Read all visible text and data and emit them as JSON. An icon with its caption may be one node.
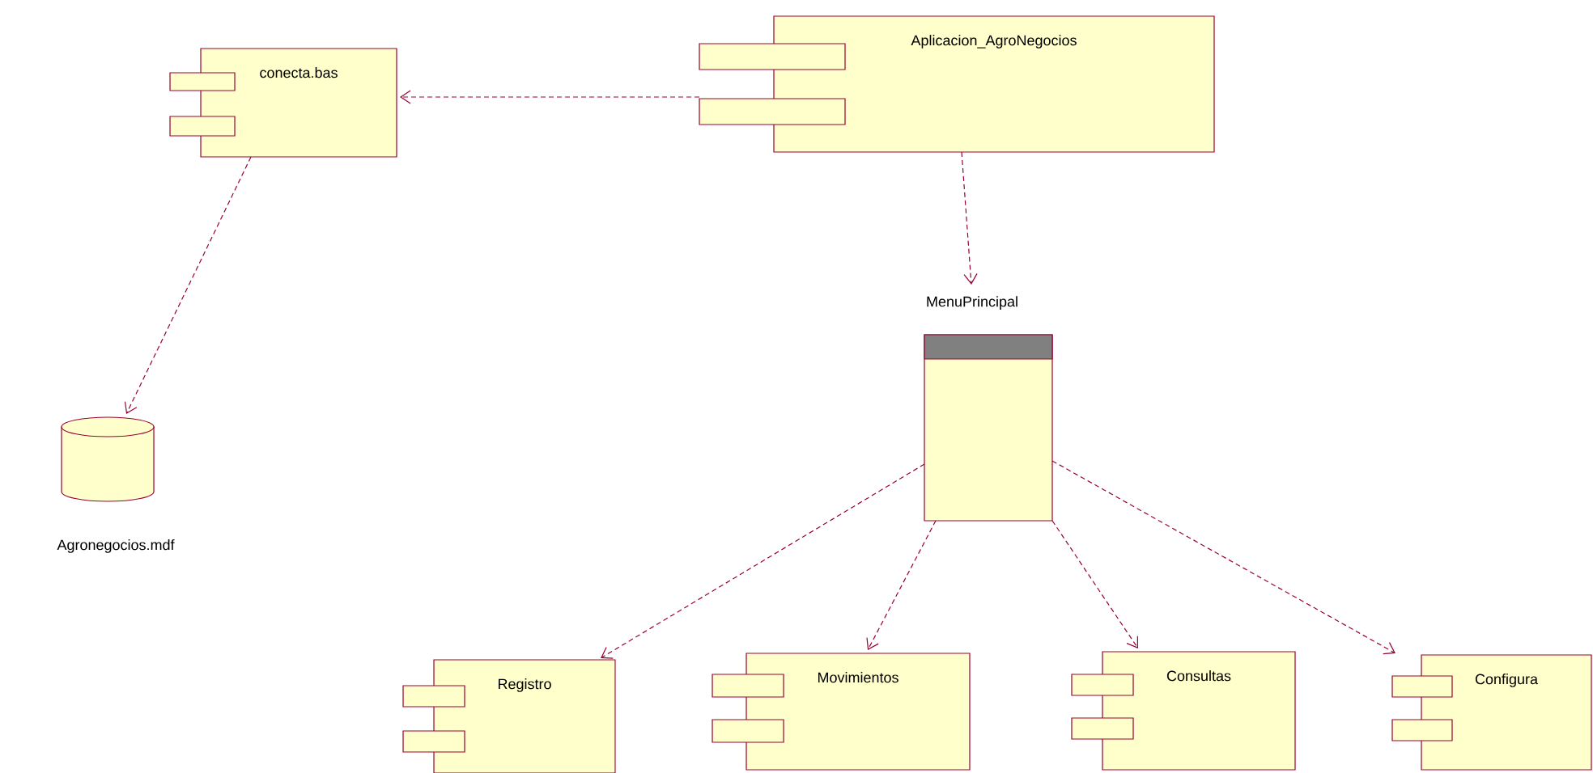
{
  "diagram": {
    "nodes": [
      {
        "text": [
          "Aplicacion_AgroNegocios"
        ]
      },
      {
        "text": [
          "conecta.bas"
        ]
      },
      {
        "text": [
          "Agronegocios.mdf"
        ]
      },
      {
        "text": [
          "MenuPrincipal"
        ]
      },
      {
        "text": [
          "Registro"
        ]
      },
      {
        "text": [
          "Movimientos"
        ]
      },
      {
        "text": [
          "Consultas"
        ]
      },
      {
        "text": [
          "Configura"
        ]
      }
    ],
    "edges": [
      {
        "from": 0,
        "to": 1,
        "arrow": "to",
        "style": "dashed"
      },
      {
        "from": 1,
        "to": 2,
        "arrow": "to",
        "style": "dashed"
      },
      {
        "from": 0,
        "to": 3,
        "arrow": "to",
        "style": "dashed"
      },
      {
        "from": 3,
        "to": 4,
        "arrow": "to",
        "style": "dashed"
      },
      {
        "from": 3,
        "to": 5,
        "arrow": "to",
        "style": "dashed"
      },
      {
        "from": 3,
        "to": 6,
        "arrow": "to",
        "style": "dashed"
      },
      {
        "from": 3,
        "to": 7,
        "arrow": "to",
        "style": "dashed"
      }
    ]
  }
}
